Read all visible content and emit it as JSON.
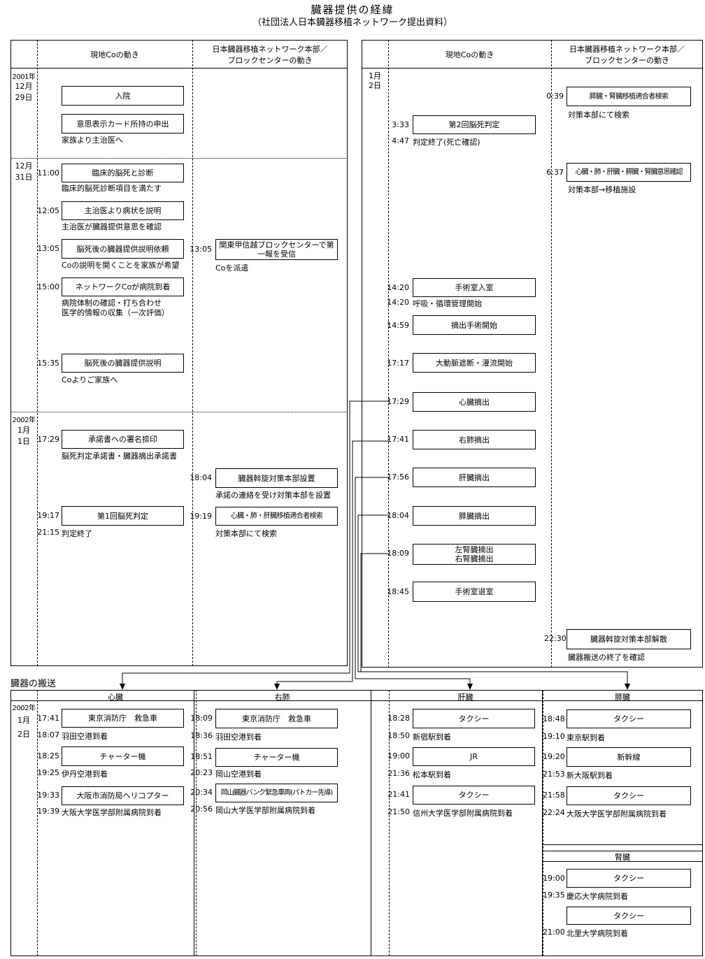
{
  "page": {
    "title": "臓器提供の経緯",
    "subtitle": "（社団法人日本臓器移植ネットワーク提出資料）",
    "transport_title": "臓器の搬送"
  },
  "headers": {
    "local": "現地Coの動き",
    "network_line1": "日本臓器移植ネットワーク本部／",
    "network_line2": "ブロックセンターの動き"
  },
  "left_panel": {
    "dates": {
      "r1_year": "2001年",
      "r1_month": "12月",
      "r1_day": "29日",
      "r2_month": "12月",
      "r2_day": "31日",
      "r3_year": "2002年",
      "r3_month": "1月",
      "r3_day": "1日"
    },
    "local_events": [
      {
        "time": "",
        "label": "入院",
        "note": ""
      },
      {
        "time": "",
        "label": "意思表示カード所持の申出",
        "note": "家族より主治医へ"
      },
      {
        "time": "11:00",
        "label": "臨床的脳死と診断",
        "note": "臨床的脳死診断項目を満たす"
      },
      {
        "time": "12:05",
        "label": "主治医より病状を説明",
        "note": "主治医が臓器提供意思を確認"
      },
      {
        "time": "13:05",
        "label": "脳死後の臓器提供説明依頼",
        "note": "Coの説明を開くことを家族が希望"
      },
      {
        "time": "15:00",
        "label": "ネットワークCoが病院到着",
        "note": "病院体制の確認・打ち合わせ",
        "note2": "医学的情報の収集（一次評価）"
      },
      {
        "time": "15:35",
        "label": "脳死後の臓器提供説明",
        "note": "Coよりご家族へ"
      },
      {
        "time": "17:29",
        "label": "承諾書への署名捺印",
        "note": "脳死判定承諾書・臓器摘出承諾書"
      },
      {
        "time": "19:17",
        "label": "第1回脳死判定",
        "note_time": "21:15",
        "note": "判定終了"
      }
    ],
    "network_events": [
      {
        "time": "13:05",
        "label": "関東甲信越ブロックセンターで第一報を受信",
        "note": "Coを派遣"
      },
      {
        "time": "18:04",
        "label": "臓器斡旋対策本部設置",
        "note": "承諾の連絡を受け対策本部を設置"
      },
      {
        "time": "19:19",
        "label": "心臓・肺・肝臓移植適合者検索",
        "note": "対策本部にて検索"
      }
    ]
  },
  "right_panel": {
    "dates": {
      "month": "1月",
      "day": "2日"
    },
    "local_events": [
      {
        "time": "3:33",
        "label": "第2回脳死判定",
        "note_time": "4:47",
        "note": "判定終了(死亡確認)"
      },
      {
        "time": "14:20",
        "label": "手術室入室",
        "note_time": "14:20",
        "note": "呼吸・循環管理開始"
      },
      {
        "time": "14:59",
        "label": "摘出手術開始"
      },
      {
        "time": "17:17",
        "label": "大動脈遮断・灌流開始"
      },
      {
        "time": "17:29",
        "label": "心臓摘出"
      },
      {
        "time": "17:41",
        "label": "右肺摘出"
      },
      {
        "time": "17:56",
        "label": "肝臓摘出"
      },
      {
        "time": "18:04",
        "label": "膵臓摘出"
      },
      {
        "time": "18:09",
        "label": "左腎臓摘出",
        "label2": "右腎臓摘出"
      },
      {
        "time": "18:45",
        "label": "手術室退室"
      }
    ],
    "network_events": [
      {
        "time": "0:39",
        "label": "膵臓・腎臓移植適合者検索",
        "note": "対策本部にて検索"
      },
      {
        "time": "6:37",
        "label": "心臓・肺・肝臓・膵臓・腎臓意思確認",
        "note": "対策本部→移植施設"
      },
      {
        "time": "22:30",
        "label": "臓器斡旋対策本部解散",
        "note": "臓器搬送の終了を確認"
      }
    ]
  },
  "transport": {
    "dates": {
      "year": "2002年",
      "month": "1月",
      "day": "2日"
    },
    "columns": [
      {
        "header": "心臓",
        "entries": [
          {
            "time": "17:41",
            "label": "東京消防庁　救急車",
            "arr_time": "18:07",
            "arr": "羽田空港到着"
          },
          {
            "time": "18:25",
            "label": "チャーター機",
            "arr_time": "19:25",
            "arr": "伊丹空港到着"
          },
          {
            "time": "19:33",
            "label": "大阪市消防局ヘリコプター",
            "arr_time": "19:39",
            "arr": "大阪大学医学部附属病院到着"
          }
        ]
      },
      {
        "header": "右肺",
        "entries": [
          {
            "time": "18:09",
            "label": "東京消防庁　救急車",
            "arr_time": "18:36",
            "arr": "羽田空港到着"
          },
          {
            "time": "18:51",
            "label": "チャーター機",
            "arr_time": "20:23",
            "arr": "岡山空港到着"
          },
          {
            "time": "20:34",
            "label": "岡山臓器バンク緊急車両(パトカー先導)",
            "arr_time": "20:56",
            "arr": "岡山大学医学部附属病院到着"
          }
        ]
      },
      {
        "header": "肝臓",
        "entries": [
          {
            "time": "18:28",
            "label": "タクシー",
            "arr_time": "18:50",
            "arr": "新宿駅到着"
          },
          {
            "time": "19:00",
            "label": "JR",
            "arr_time": "21:36",
            "arr": "松本駅到着"
          },
          {
            "time": "21:41",
            "label": "タクシー",
            "arr_time": "21:50",
            "arr": "信州大学医学部附属病院到着"
          }
        ]
      },
      {
        "header": "膵臓",
        "entries": [
          {
            "time": "18:48",
            "label": "タクシー",
            "arr_time": "19:10",
            "arr": "東京駅到着"
          },
          {
            "time": "19:20",
            "label": "新幹線",
            "arr_time": "21:53",
            "arr": "新大阪駅到着"
          },
          {
            "time": "21:58",
            "label": "タクシー",
            "arr_time": "22:24",
            "arr": "大阪大学医学部附属病院到着"
          }
        ]
      }
    ],
    "kidney": {
      "header": "腎臓",
      "entries": [
        {
          "time": "19:00",
          "label": "タクシー",
          "arr_time": "19:35",
          "arr": "慶応大学病院到着"
        },
        {
          "time": "",
          "label": "タクシー",
          "arr_time": "21:00",
          "arr": "北里大学病院到着"
        }
      ]
    }
  },
  "colors": {
    "ink": "#000000",
    "background": "#ffffff"
  }
}
